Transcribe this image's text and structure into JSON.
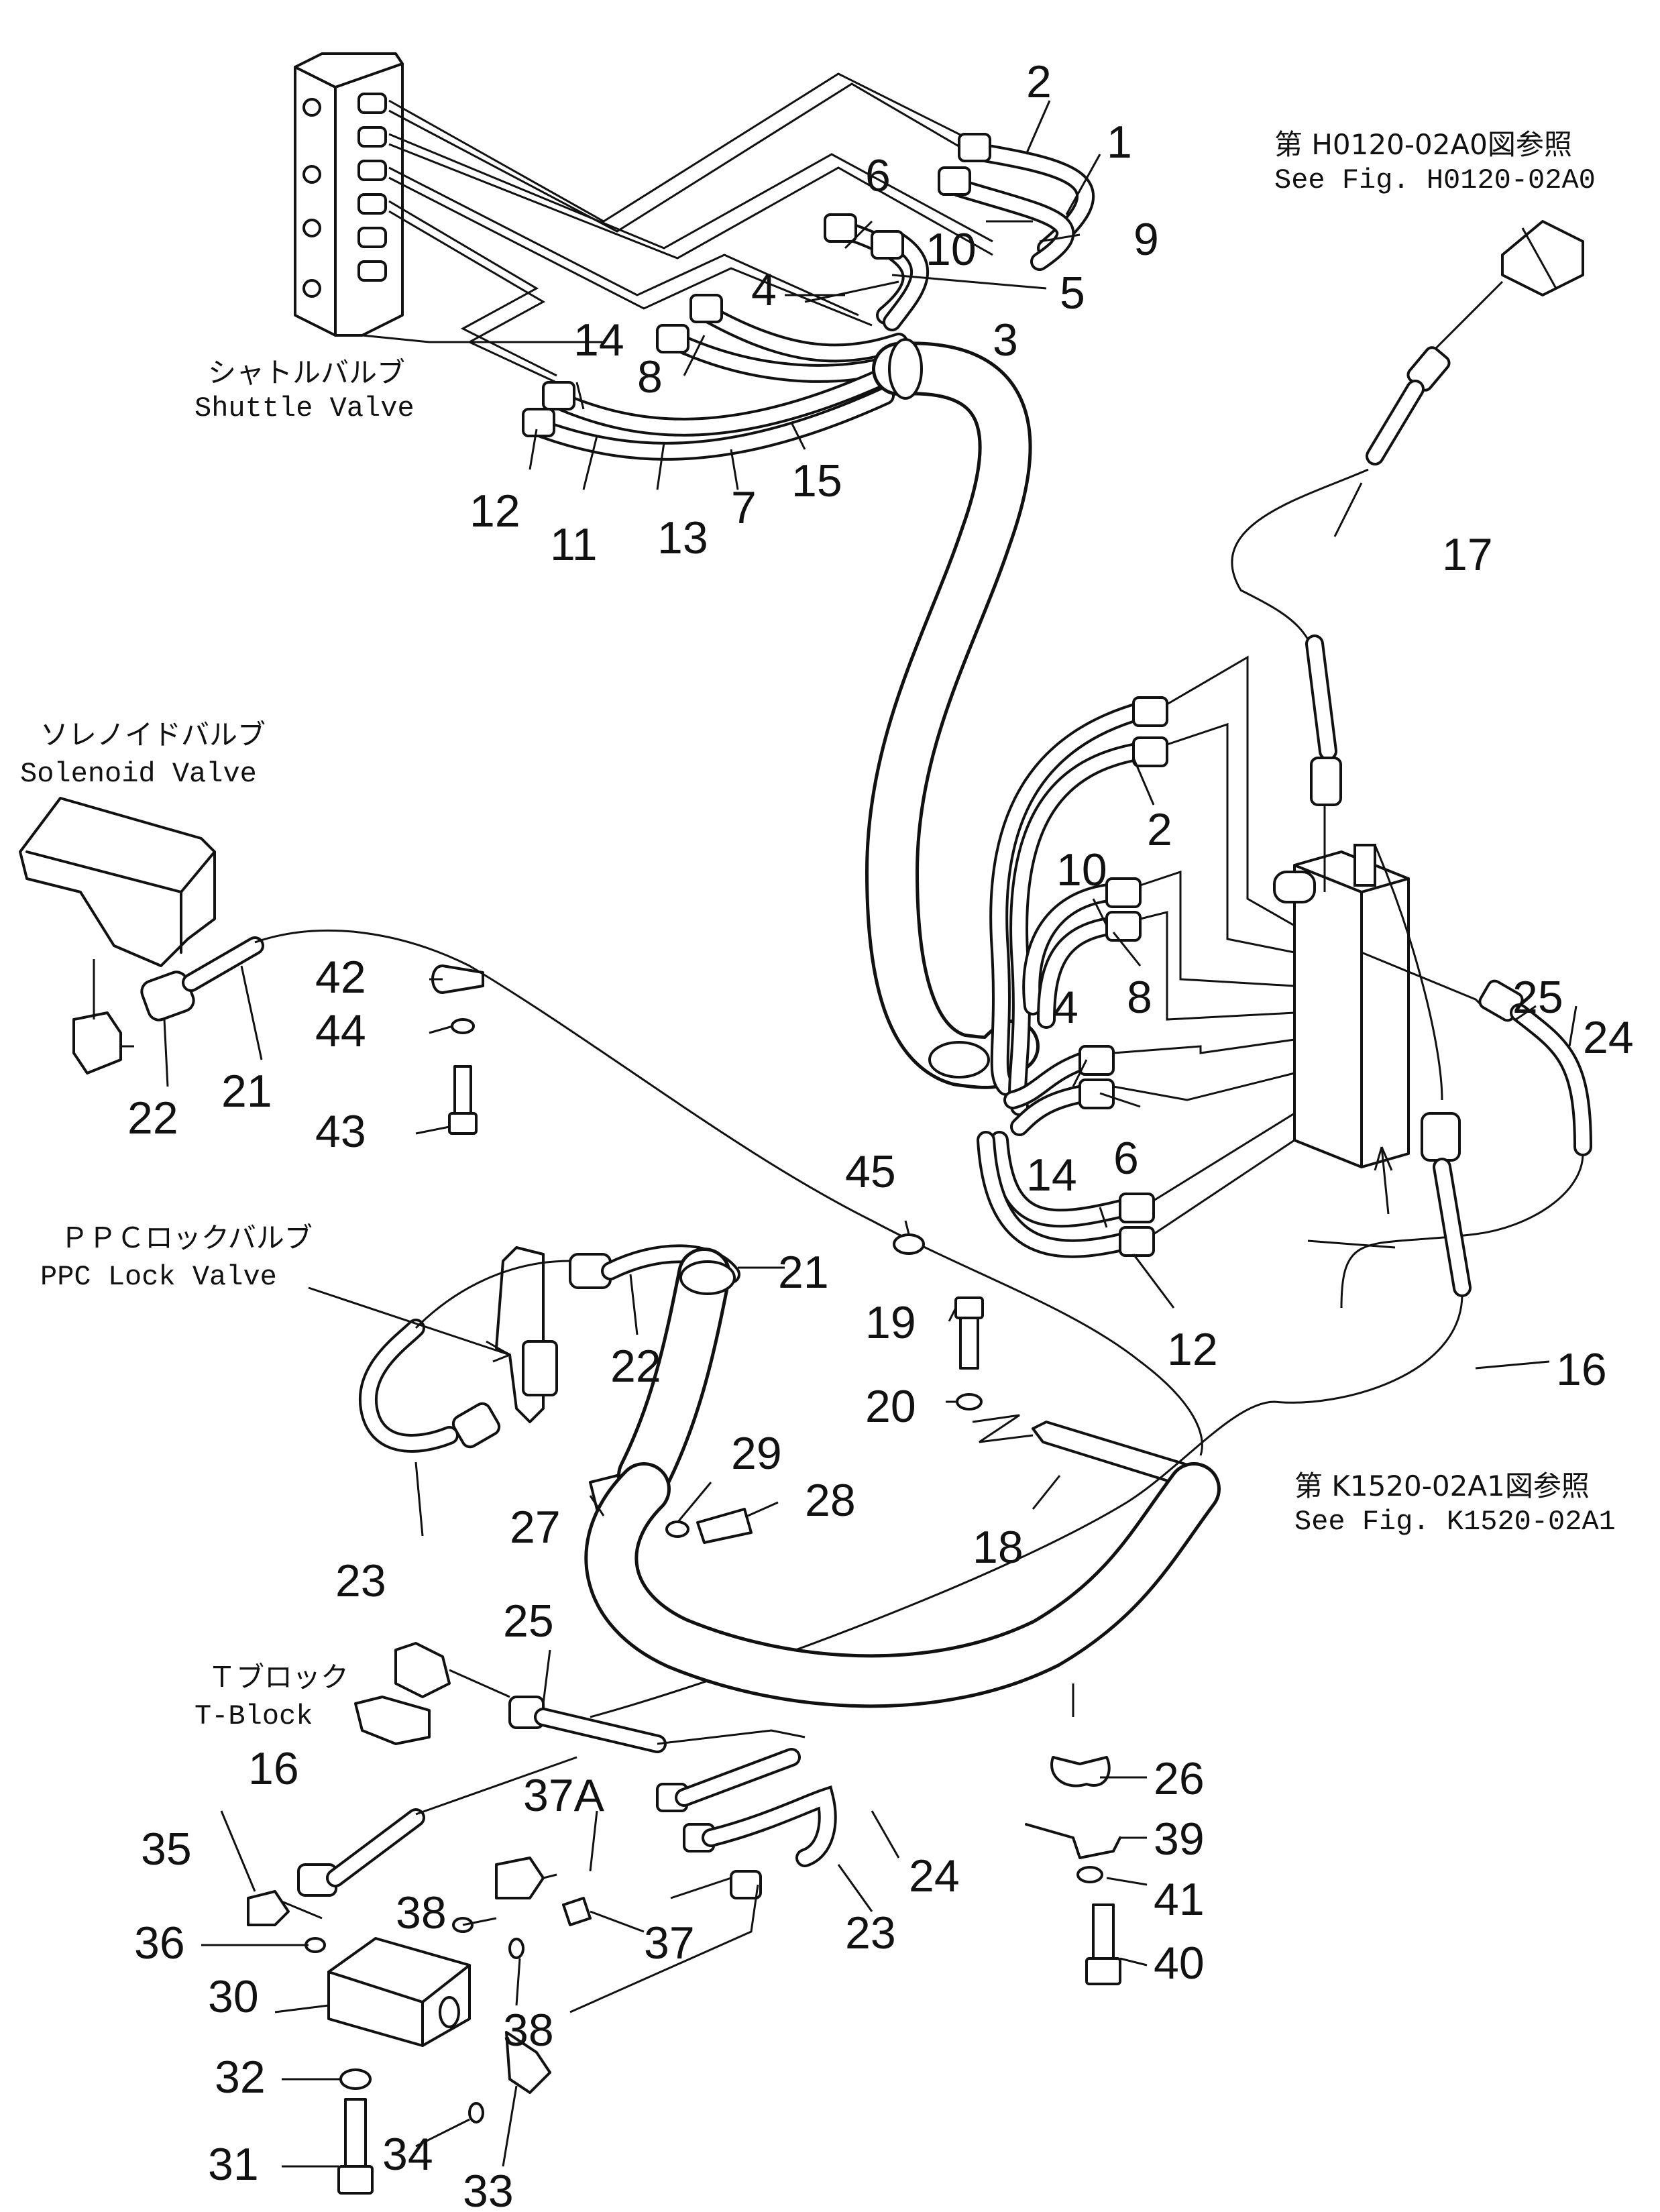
{
  "references": {
    "top_right": {
      "jp": "第 H0120-02A0図参照",
      "en": "See Fig. H0120-02A0"
    },
    "mid_right": {
      "jp": "第 K1520-02A1図参照",
      "en": "See Fig. K1520-02A1"
    }
  },
  "components": {
    "shuttle_valve": {
      "jp": "シャトルバルブ",
      "en": "Shuttle Valve"
    },
    "solenoid_valve": {
      "jp": "ソレノイドバルブ",
      "en": "Solenoid Valve"
    },
    "ppc_lock_valve": {
      "jp": "ＰＰＣロックバルブ",
      "en": "PPC Lock Valve"
    },
    "t_block": {
      "jp": "Ｔブロック",
      "en": "T-Block"
    }
  },
  "callouts": [
    "1",
    "2",
    "10",
    "9",
    "6",
    "4",
    "5",
    "3",
    "14",
    "8",
    "15",
    "12",
    "11",
    "13",
    "7",
    "17",
    "2",
    "10",
    "8",
    "4",
    "6",
    "14",
    "12",
    "25",
    "24",
    "16",
    "42",
    "44",
    "43",
    "22",
    "21",
    "45",
    "21",
    "22",
    "19",
    "20",
    "29",
    "28",
    "27",
    "23",
    "18",
    "25",
    "16",
    "37A",
    "35",
    "38",
    "36",
    "30",
    "32",
    "31",
    "34",
    "33",
    "38",
    "37",
    "23",
    "24",
    "26",
    "39",
    "41",
    "40"
  ]
}
